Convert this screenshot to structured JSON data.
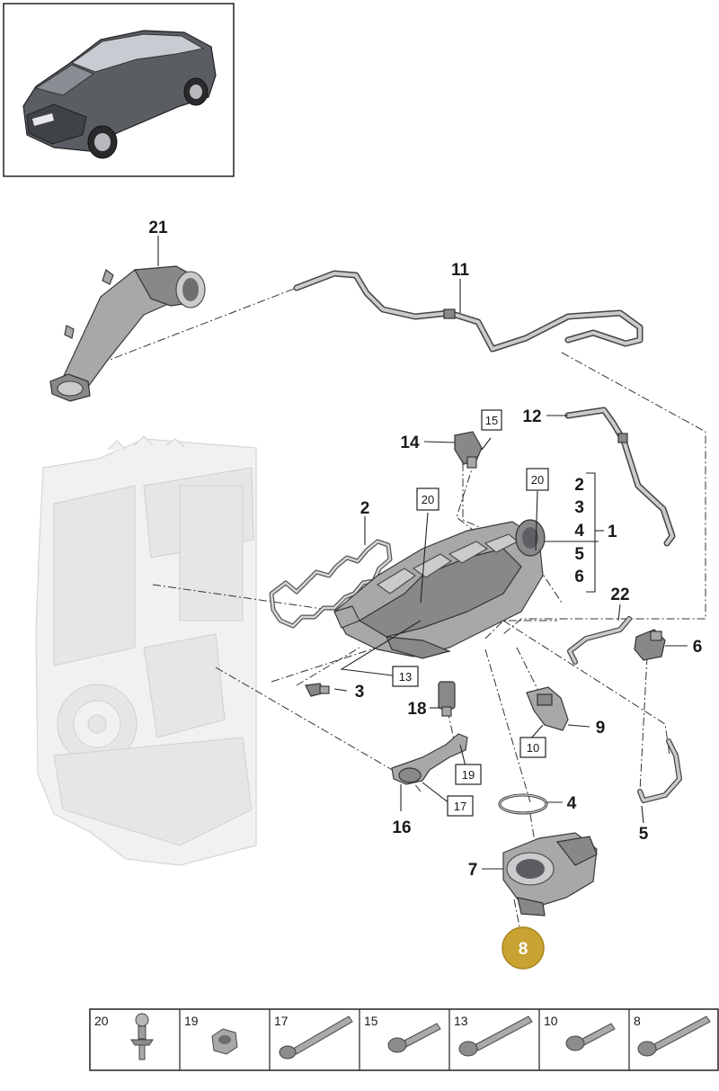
{
  "callouts": {
    "c21": "21",
    "c11": "11",
    "c12": "12",
    "c14": "14",
    "c15": "15",
    "c20a": "20",
    "c20b": "20",
    "c2": "2",
    "cg2": "2",
    "cg3": "3",
    "cg4": "4",
    "cg5": "5",
    "cg6": "6",
    "cg1": "1",
    "c22": "22",
    "c6": "6",
    "c13": "13",
    "c3": "3",
    "c18": "18",
    "c9": "9",
    "c10": "10",
    "c19": "19",
    "c17": "17",
    "c16": "16",
    "c4": "4",
    "c5": "5",
    "c7": "7",
    "c8": "8"
  },
  "colors": {
    "highlight": "#c8a232",
    "highlight_text": "#ffffff"
  },
  "hardware_table": [
    {
      "number": "20",
      "icon": "ball-stud-icon"
    },
    {
      "number": "19",
      "icon": "hex-nut-icon"
    },
    {
      "number": "17",
      "icon": "long-bolt-icon"
    },
    {
      "number": "15",
      "icon": "short-bolt-icon"
    },
    {
      "number": "13",
      "icon": "long-bolt-icon"
    },
    {
      "number": "10",
      "icon": "short-bolt-icon"
    },
    {
      "number": "8",
      "icon": "long-bolt-icon"
    }
  ]
}
